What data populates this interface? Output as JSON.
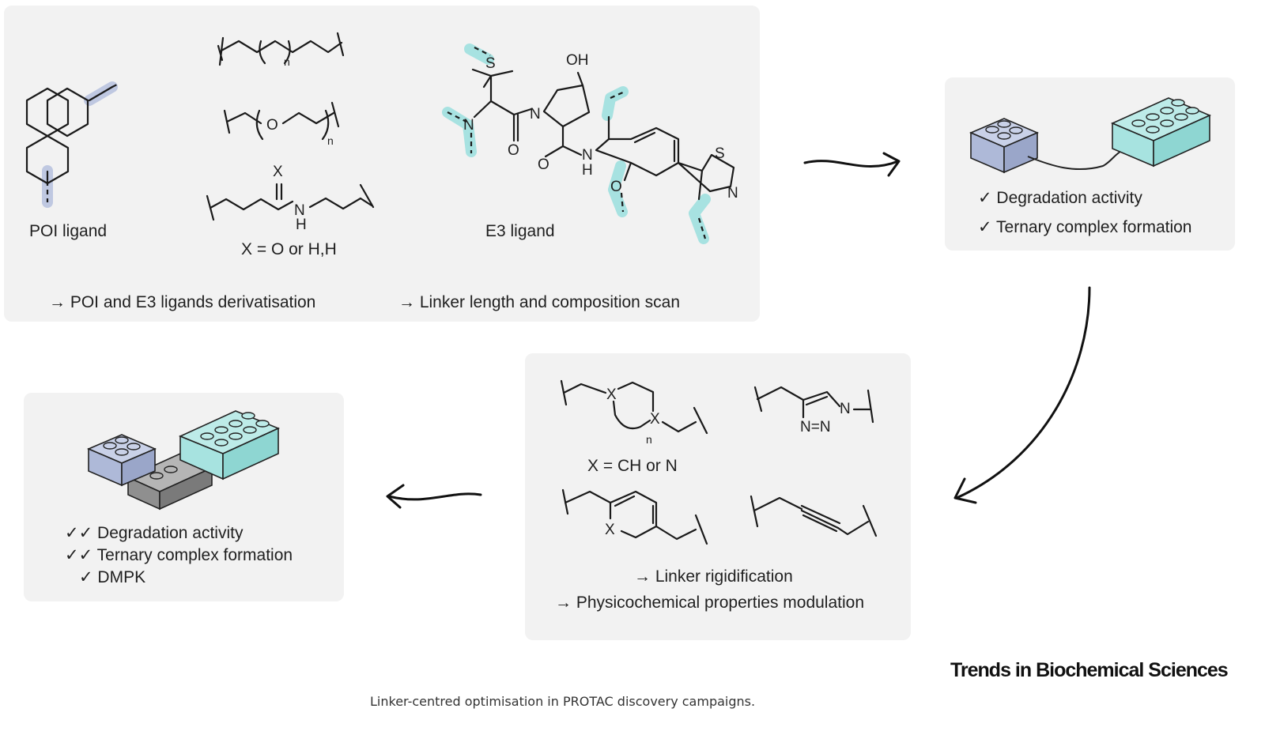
{
  "panel_top": {
    "poi_label": "POI ligand",
    "e3_label": "E3 ligand",
    "linker_n1": "n",
    "linker_n2": "n",
    "amide_x": "X",
    "amide_nh": "N",
    "amide_h": "H",
    "x_def": "X = O or H,H",
    "ether_o": "O",
    "e3_atoms": {
      "oh": "OH",
      "s1": "S",
      "n1": "N",
      "n2": "N",
      "o1": "O",
      "o2": "O",
      "nh_n": "N",
      "nh_h": "H",
      "o3": "O",
      "thz_s": "S",
      "thz_n": "N"
    },
    "caption_left": "→ POI and E3 ligands derivatisation",
    "caption_right": "→ Linker length and composition scan"
  },
  "panel_right": {
    "items": [
      "✓ Degradation activity",
      "✓ Ternary complex formation"
    ],
    "colors": {
      "block_blue": "#b9c3df",
      "block_teal": "#a7e3e0"
    }
  },
  "panel_middle": {
    "x_def": "X = CH or N",
    "n_label": "n",
    "ring_x1": "X",
    "ring_x2": "X",
    "triazole_n1": "N",
    "triazole_n23": "N=N",
    "pyr_x": "X",
    "caption_1": "→ Linker rigidification",
    "caption_2": "→ Physicochemical properties modulation"
  },
  "panel_left": {
    "items": [
      "✓✓ Degradation activity",
      "✓✓ Ternary complex formation",
      "✓ DMPK"
    ],
    "colors": {
      "block_blue": "#b9c3df",
      "block_grey": "#9a9a9a",
      "block_teal": "#a7e3e0"
    }
  },
  "brand": "Trends in Biochemical Sciences",
  "caption": "Linker-centred optimisation in PROTAC discovery campaigns."
}
